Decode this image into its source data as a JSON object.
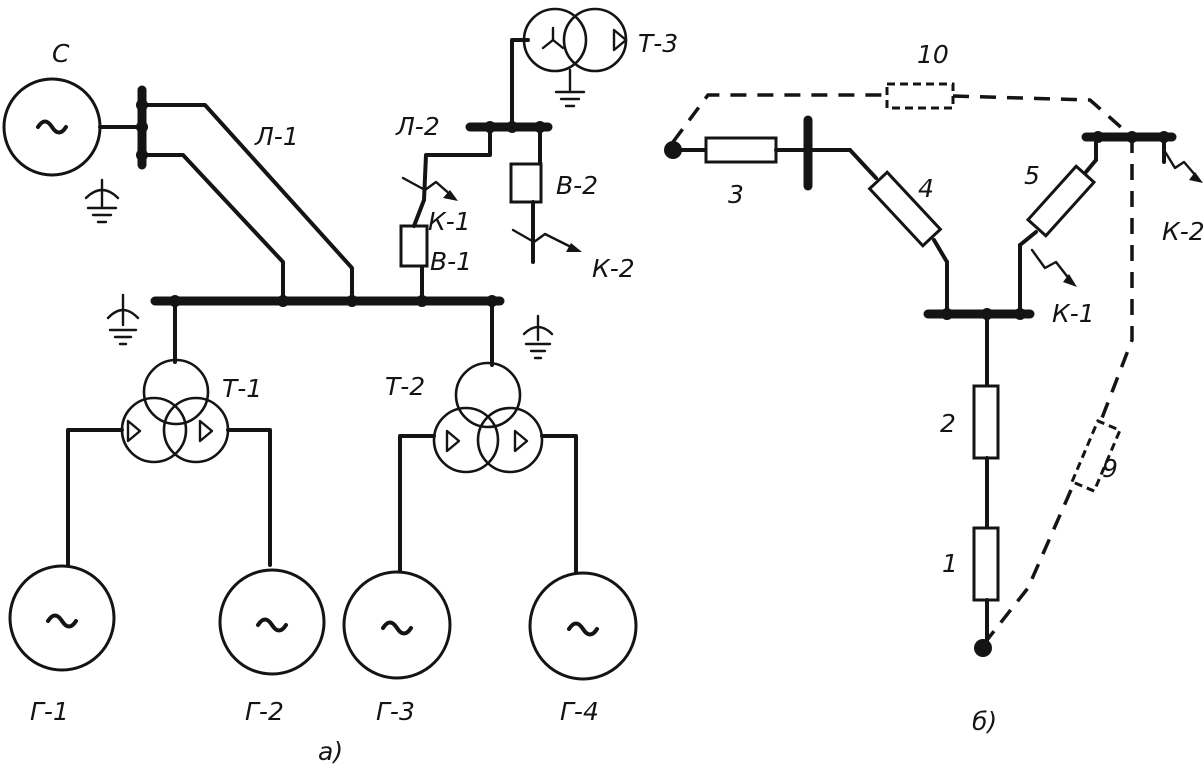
{
  "diagram_a": {
    "caption": "а)",
    "system_label": "С",
    "lines": {
      "l1": "Л-1",
      "l2": "Л-2"
    },
    "transformers": {
      "t1": "Т-1",
      "t2": "Т-2",
      "t3": "Т-3"
    },
    "breakers": {
      "b1": "В-1",
      "b2": "В-2"
    },
    "faults": {
      "k1": "К-1",
      "k2": "К-2"
    },
    "generators": {
      "g1": "Г-1",
      "g2": "Г-2",
      "g3": "Г-3",
      "g4": "Г-4"
    }
  },
  "diagram_b": {
    "caption": "б)",
    "elements": {
      "e1": "1",
      "e2": "2",
      "e3": "3",
      "e4": "4",
      "e5": "5",
      "e9": "9",
      "e10": "10"
    },
    "faults": {
      "k1": "К-1",
      "k2": "К-2"
    }
  }
}
